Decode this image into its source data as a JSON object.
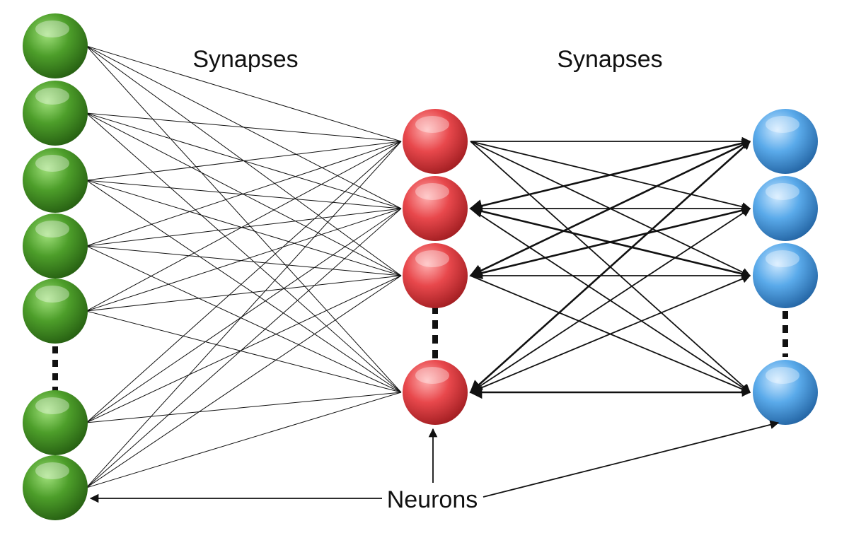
{
  "labels": {
    "synapses_left": "Synapses",
    "synapses_right": "Synapses",
    "neurons": "Neurons"
  },
  "colors": {
    "input": "#3f8f22",
    "hidden": "#e0464a",
    "output": "#4a9ee0",
    "line": "#111111"
  },
  "layers": {
    "input": {
      "count": 7,
      "ellipsis": true
    },
    "hidden": {
      "count": 4,
      "ellipsis": true
    },
    "output": {
      "count": 4,
      "ellipsis": true
    }
  }
}
